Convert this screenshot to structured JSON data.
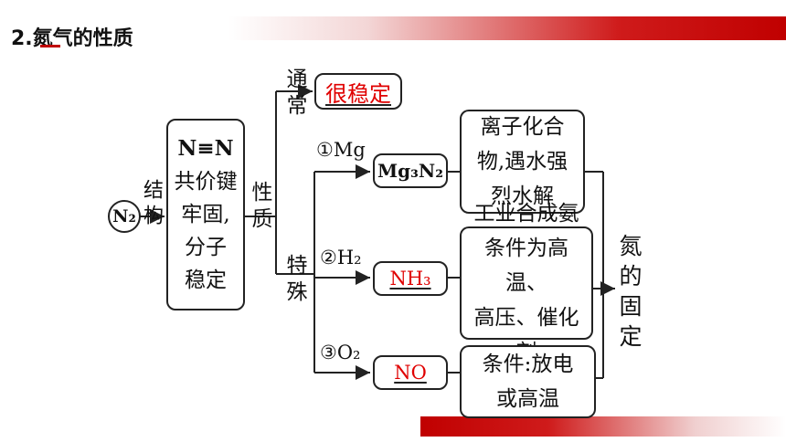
{
  "slide": {
    "title": "2.氮气的性质"
  },
  "diagram": {
    "n2_label": "N₂",
    "structure_label": "结构",
    "structure_box": {
      "line1": "N≡N",
      "line2": "共价键",
      "line3": "牢固,",
      "line4": "分子",
      "line5": "稳定"
    },
    "property_label": "性质",
    "normal_label": "通常",
    "normal_result": "很稳定",
    "special_label": "特殊",
    "branches": [
      {
        "reagent": "①Mg",
        "product": "Mg₃N₂",
        "desc_lines": [
          "离子化合",
          "物,遇水强",
          "烈水解"
        ]
      },
      {
        "reagent": "②H₂",
        "product": "NH₃",
        "desc_lines": [
          "工业合成氨",
          "条件为高温、",
          "高压、催化剂"
        ]
      },
      {
        "reagent": "③O₂",
        "product": "NO",
        "desc_lines": [
          "条件:放电",
          "或高温"
        ]
      }
    ],
    "fixation_label": "氮的固定"
  },
  "colors": {
    "accent": "#c00000",
    "answer": "#e00000"
  }
}
